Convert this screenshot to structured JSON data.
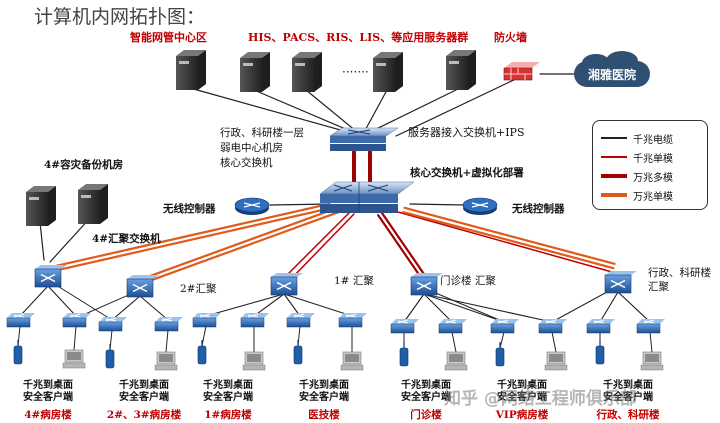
{
  "title": "计算机内网拓扑图：",
  "headers": {
    "nms": "智能网管中心区",
    "servers": "HIS、PACS、RIS、LIS、等应用服务器群",
    "firewall": "防火墙",
    "external": "湘雅医院"
  },
  "labels": {
    "server_switch": "服务器接入交换机+IPS",
    "core_location": [
      "行政、科研楼一层",
      "弱电中心机房",
      "核心交换机"
    ],
    "core_switch": "核心交换机+虚拟化部署",
    "wlc_left": "无线控制器",
    "wlc_right": "无线控制器",
    "dr_room": "4#容灾备份机房",
    "agg4": "4#汇聚交换机",
    "agg2": "2#汇聚",
    "agg1": "1# 汇聚",
    "agg_clinic": "门诊楼  汇聚",
    "agg_admin": [
      "行政、科研楼",
      "汇聚"
    ]
  },
  "buildings": [
    {
      "access": [
        "千兆到桌面",
        "安全客户端"
      ],
      "name": "4#病房楼"
    },
    {
      "access": [
        "千兆到桌面",
        "安全客户端"
      ],
      "name": "2#、3#病房楼"
    },
    {
      "access": [
        "千兆到桌面",
        "安全客户端"
      ],
      "name": "1#病房楼"
    },
    {
      "access": [
        "千兆到桌面",
        "安全客户端"
      ],
      "name": "医技楼"
    },
    {
      "access": [
        "千兆到桌面",
        "安全客户端"
      ],
      "name": "门诊楼"
    },
    {
      "access": [
        "千兆到桌面",
        "安全客户端"
      ],
      "name": "VIP病房楼"
    },
    {
      "access": [
        "千兆到桌面",
        "安全客户端"
      ],
      "name": "行政、科研楼"
    }
  ],
  "legend": [
    {
      "label": "千兆电缆",
      "color": "#222222",
      "style": "thin"
    },
    {
      "label": "千兆单模",
      "color": "#c00000",
      "style": "thin"
    },
    {
      "label": "万兆多模",
      "color": "#a00000",
      "style": "thick"
    },
    {
      "label": "万兆单模",
      "color": "#e05a1a",
      "style": "thick"
    }
  ],
  "watermark": "知乎 @网络工程师俱乐部",
  "colors": {
    "device_blue": "#1f5fa8",
    "server_dark": "#3a3a3a",
    "red_text": "#c00000",
    "orange_link": "#e05a1a"
  }
}
